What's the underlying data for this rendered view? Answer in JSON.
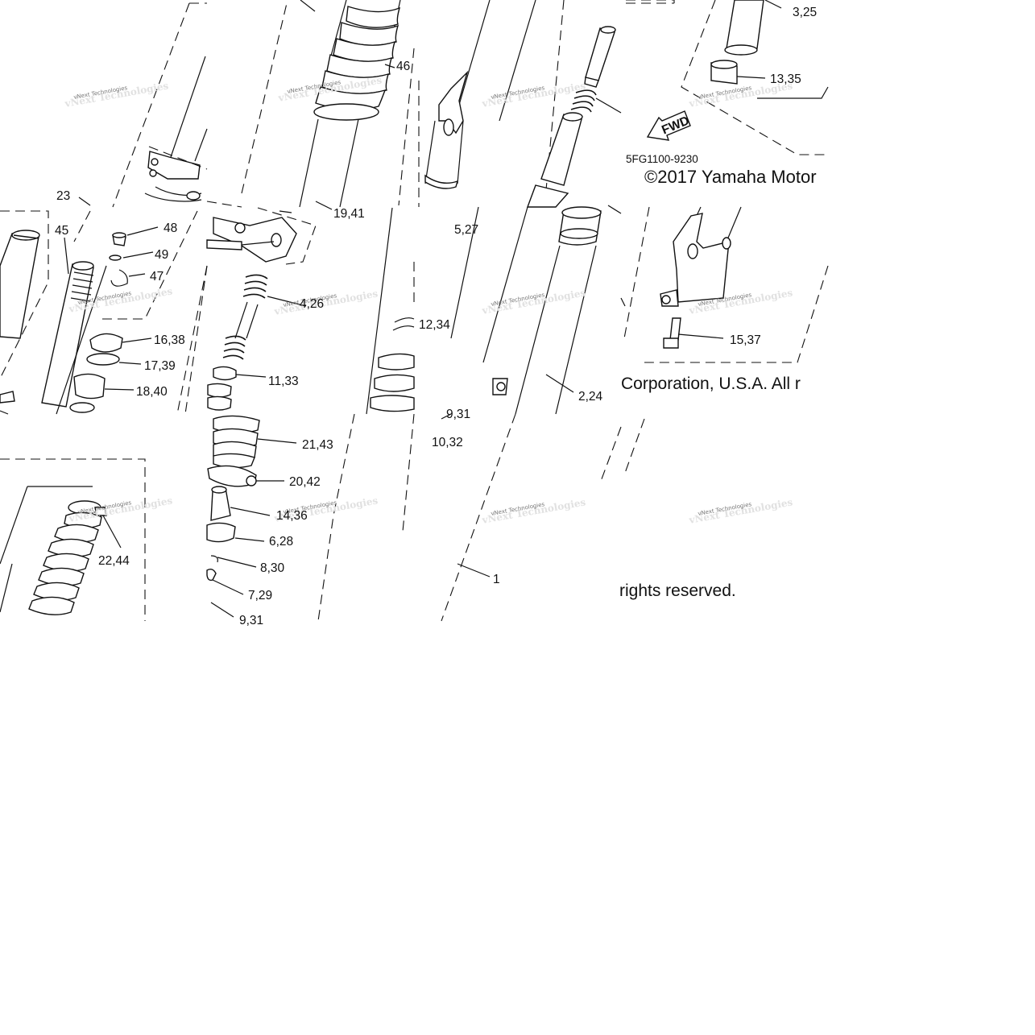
{
  "diagram": {
    "callouts": [
      {
        "id": "23",
        "text": "23"
      },
      {
        "id": "45",
        "text": "45"
      },
      {
        "id": "48",
        "text": "48"
      },
      {
        "id": "49",
        "text": "49"
      },
      {
        "id": "47",
        "text": "47"
      },
      {
        "id": "16_38",
        "text": "16,38"
      },
      {
        "id": "17_39",
        "text": "17,39"
      },
      {
        "id": "18_40",
        "text": "18,40"
      },
      {
        "id": "22_44",
        "text": "22,44"
      },
      {
        "id": "46",
        "text": "46"
      },
      {
        "id": "19_41",
        "text": "19,41"
      },
      {
        "id": "4_26",
        "text": "4,26"
      },
      {
        "id": "11_33",
        "text": "11,33"
      },
      {
        "id": "21_43",
        "text": "21,43"
      },
      {
        "id": "20_42",
        "text": "20,42"
      },
      {
        "id": "14_36",
        "text": "14,36"
      },
      {
        "id": "6_28",
        "text": "6,28"
      },
      {
        "id": "8_30",
        "text": "8,30"
      },
      {
        "id": "7_29",
        "text": "7,29"
      },
      {
        "id": "9_31a",
        "text": "9,31"
      },
      {
        "id": "5_27",
        "text": "5,27"
      },
      {
        "id": "12_34",
        "text": "12,34"
      },
      {
        "id": "9_31b",
        "text": "9,31"
      },
      {
        "id": "10_32",
        "text": "10,32"
      },
      {
        "id": "2_24",
        "text": "2,24"
      },
      {
        "id": "1",
        "text": "1"
      },
      {
        "id": "3_25",
        "text": "3,25"
      },
      {
        "id": "13_35",
        "text": "13,35"
      },
      {
        "id": "15_37",
        "text": "15,37"
      }
    ],
    "fwd_label": "FWD",
    "part_code": "5FG1100-9230",
    "copyright_1": "©2017 Yamaha Motor",
    "copyright_2": "Corporation, U.S.A. All r",
    "copyright_3": "rights reserved.",
    "watermark": "vNext Technologies"
  }
}
